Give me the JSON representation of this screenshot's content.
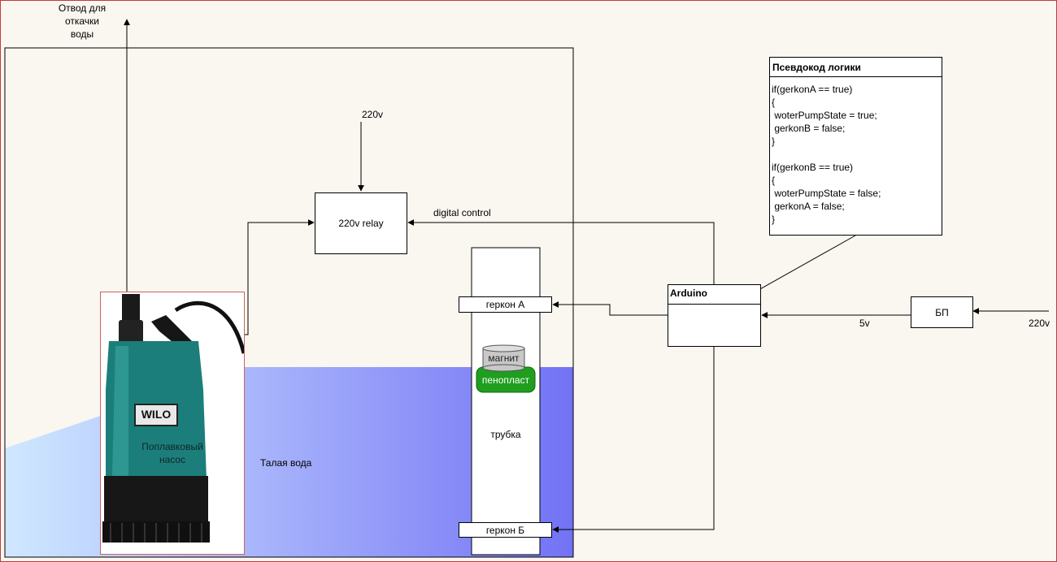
{
  "labels": {
    "outlet": "Отвод для\nоткачки\nводы",
    "power_220_top": "220v",
    "relay": "220v relay",
    "digital_control": "digital control",
    "reed_a": "геркон А",
    "reed_b": "геркон Б",
    "magnet": "магнит",
    "foam": "пенопласт",
    "tube": "трубка",
    "melt_water": "Талая вода",
    "pump_caption": "Поплавковый\nнасос",
    "pump_brand": "WILO",
    "arduino": "Arduino",
    "psu": "БП",
    "five_v": "5v",
    "power_220_right": "220v"
  },
  "pseudocode": {
    "title": "Псевдокод логики",
    "code": "if(gerkonA == true)\n{\n woterPumpState = true;\n gerkonB = false;\n}\n\nif(gerkonB == true)\n{\n woterPumpState = false;\n gerkonA = false;\n}"
  },
  "colors": {
    "frame_border": "#c23a3a",
    "background": "#faf6f0",
    "water_light": "#cfe8ff",
    "water_dark": "#7272f5",
    "foam_float": "#1f9e1f",
    "magnet": "#c8c8c8",
    "pump_body": "#1c7e7a"
  }
}
